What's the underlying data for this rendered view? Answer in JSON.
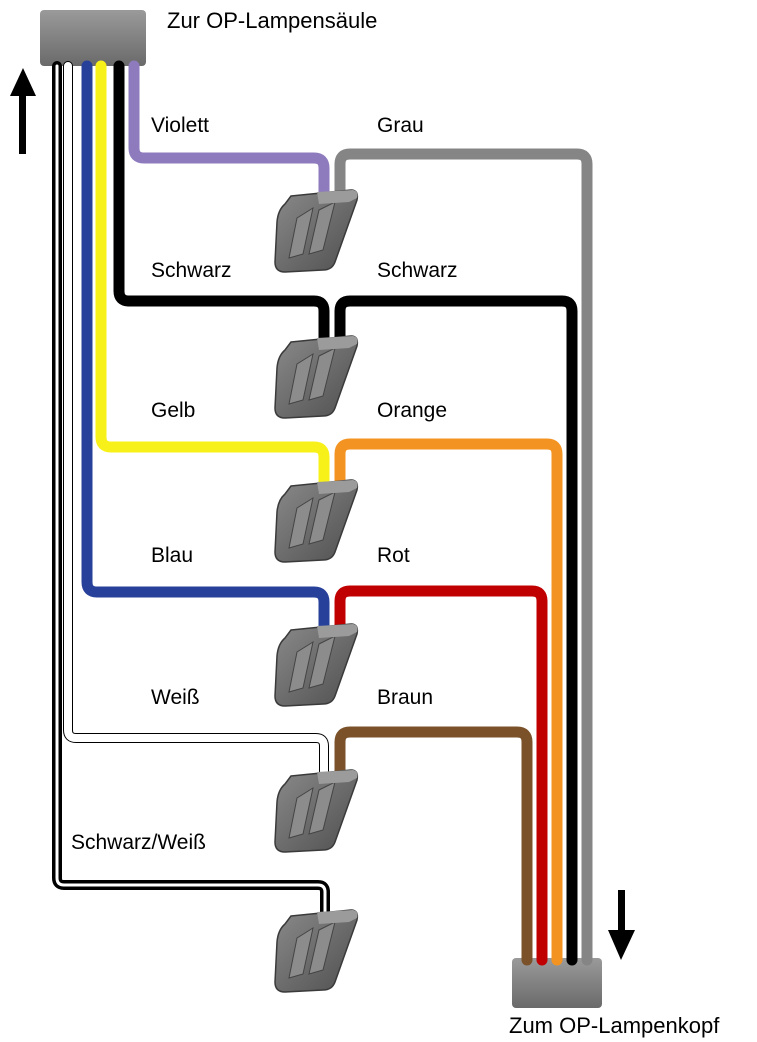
{
  "top_label": "Zur OP-Lampensäule",
  "bottom_label": "Zum OP-Lampenkopf",
  "colors": {
    "violett": "#8d7bbd",
    "grau": "#858585",
    "schwarz": "#000000",
    "gelb": "#f7f019",
    "orange": "#f39322",
    "blau": "#27409a",
    "rot": "#c00000",
    "weiss": "#ffffff",
    "braun": "#7a5128",
    "connector_body": "#6e6e6e",
    "cable_sleeve": "#7f7f7f"
  },
  "wire_labels": {
    "left": [
      "Violett",
      "Schwarz",
      "Gelb",
      "Blau",
      "Weiß",
      "Schwarz/Weiß"
    ],
    "right": [
      "Grau",
      "Schwarz",
      "Orange",
      "Rot",
      "Braun"
    ]
  },
  "icons": {
    "up_arrow": "arrow-up-icon",
    "down_arrow": "arrow-down-icon",
    "connector": "wago-clamp-icon"
  }
}
